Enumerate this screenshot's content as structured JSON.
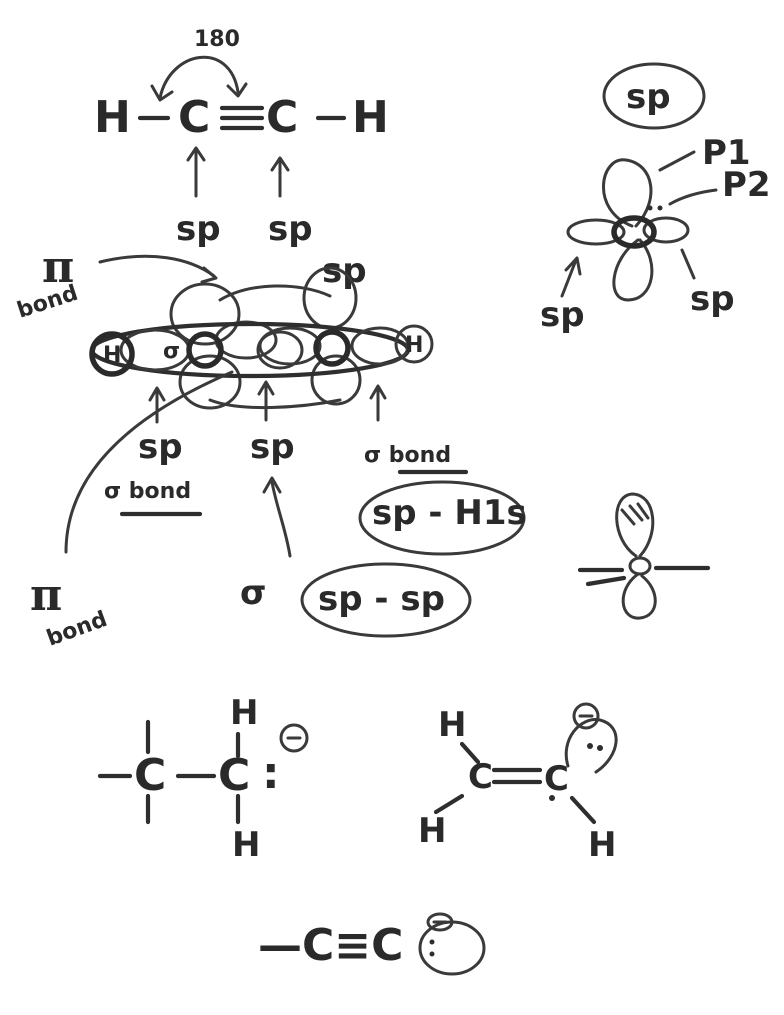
{
  "top": {
    "angle": "180",
    "h_left": "H",
    "dash1": "—",
    "c_left": "C",
    "triple": "≡",
    "c_right": "C",
    "dash2": "—",
    "h_right": "H",
    "sp_left": "sp",
    "sp_right": "sp"
  },
  "orbital": {
    "pi_bond_top": "π",
    "pi_bond_top_word": "bond",
    "sp_top": "sp",
    "h_left": "H",
    "h_right": "H",
    "sigma_small": "σ",
    "sp_under_left": "sp",
    "sp_under_mid": "sp",
    "sigma_bond_left": "σ bond",
    "sigma_bond_right": "σ bond",
    "sp_h1s": "sp - H1s",
    "sigma_label": "σ",
    "sp_sp": "sp - sp",
    "pi_bond_bottom": "π",
    "pi_bond_bottom_word": "bond"
  },
  "right": {
    "sp_circled": "sp",
    "p1": "P1",
    "p2": "P2",
    "sp_bottom_left": "sp",
    "sp_bottom_right": "sp"
  },
  "bottom": {
    "ethyl_h_top": "H",
    "ethyl_c1": "C",
    "ethyl_c2": "C",
    "ethyl_colon": ":",
    "ethyl_minus": "⊖",
    "ethyl_h_bottom": "H",
    "vinyl_h_top": "H",
    "vinyl_c1": "C",
    "vinyl_double": "=",
    "vinyl_c2": "C",
    "vinyl_h_left": "H",
    "vinyl_h_right": "H",
    "acetylide": "—C≡C"
  }
}
